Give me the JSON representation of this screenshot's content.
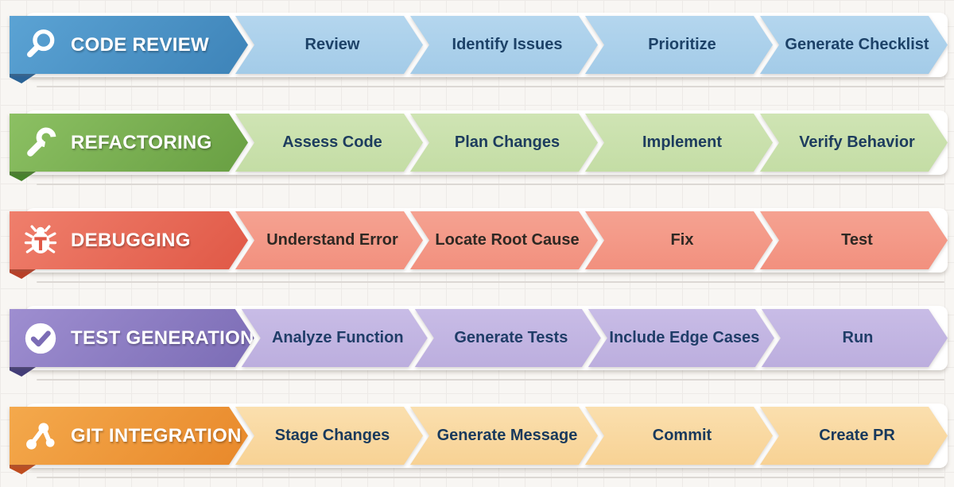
{
  "page": {
    "background": "#f8f6f3",
    "grid_color": "#edeae7",
    "divider_color": "#dcd8d4"
  },
  "rows": [
    {
      "id": "code-review",
      "title": "CODE REVIEW",
      "icon": "magnifier-icon",
      "colors": {
        "header_light": "#5ba3d4",
        "header_dark": "#3d83b8",
        "fold": "#2a6396",
        "step_bg_light": "#b4d6ee",
        "step_bg": "#a3cbe8",
        "step_text": "#1d4268"
      },
      "steps": [
        "Review",
        "Identify Issues",
        "Prioritize",
        "Generate Checklist"
      ]
    },
    {
      "id": "refactoring",
      "title": "REFACTORING",
      "icon": "wrench-icon",
      "colors": {
        "header_light": "#8cc063",
        "header_dark": "#689f42",
        "fold": "#47822c",
        "step_bg_light": "#cfe4b4",
        "step_bg": "#c4dda5",
        "step_text": "#1d3c5e"
      },
      "steps": [
        "Assess Code",
        "Plan Changes",
        "Implement",
        "Verify Behavior"
      ]
    },
    {
      "id": "debugging",
      "title": "DEBUGGING",
      "icon": "bug-icon",
      "colors": {
        "header_light": "#ef7f6c",
        "header_dark": "#e05846",
        "fold": "#b84029",
        "step_bg_light": "#f5a291",
        "step_bg": "#f2907e",
        "step_text": "#2e2823"
      },
      "steps": [
        "Understand Error",
        "Locate Root Cause",
        "Fix",
        "Test"
      ]
    },
    {
      "id": "test-generation",
      "title": "TEST GENERATION",
      "icon": "check-circle-icon",
      "colors": {
        "header_light": "#9e8ed0",
        "header_dark": "#7b6cb5",
        "fold": "#433d78",
        "step_bg_light": "#c8bce6",
        "step_bg": "#bcaede",
        "step_text": "#203d68"
      },
      "steps": [
        "Analyze Function",
        "Generate Tests",
        "Include Edge Cases",
        "Run"
      ]
    },
    {
      "id": "git-integration",
      "title": "GIT INTEGRATION",
      "icon": "git-branch-icon",
      "colors": {
        "header_light": "#f4a94c",
        "header_dark": "#e8882a",
        "fold": "#bf4d1f",
        "step_bg_light": "#fadfae",
        "step_bg": "#f8d294",
        "step_text": "#18395c"
      },
      "steps": [
        "Stage Changes",
        "Generate Message",
        "Commit",
        "Create PR"
      ]
    }
  ]
}
